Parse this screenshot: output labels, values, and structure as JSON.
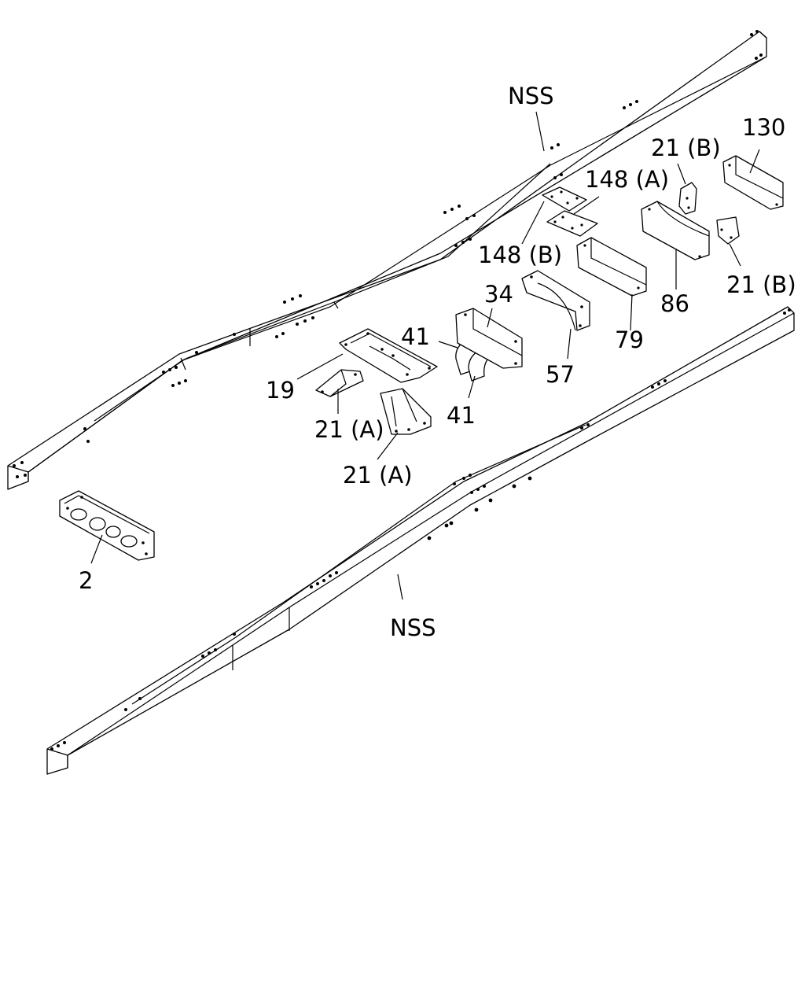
{
  "labels": {
    "nss_top": "NSS",
    "nss_bottom": "NSS",
    "p130": "130",
    "p21b_top": "21 (B)",
    "p148a": "148 (A)",
    "p148b": "148 (B)",
    "p21b_right": "21 (B)",
    "p86": "86",
    "p34": "34",
    "p79": "79",
    "p41_top": "41",
    "p57": "57",
    "p41_bottom": "41",
    "p19": "19",
    "p21a_top": "21 (A)",
    "p21a_bottom": "21 (A)",
    "p2": "2"
  }
}
